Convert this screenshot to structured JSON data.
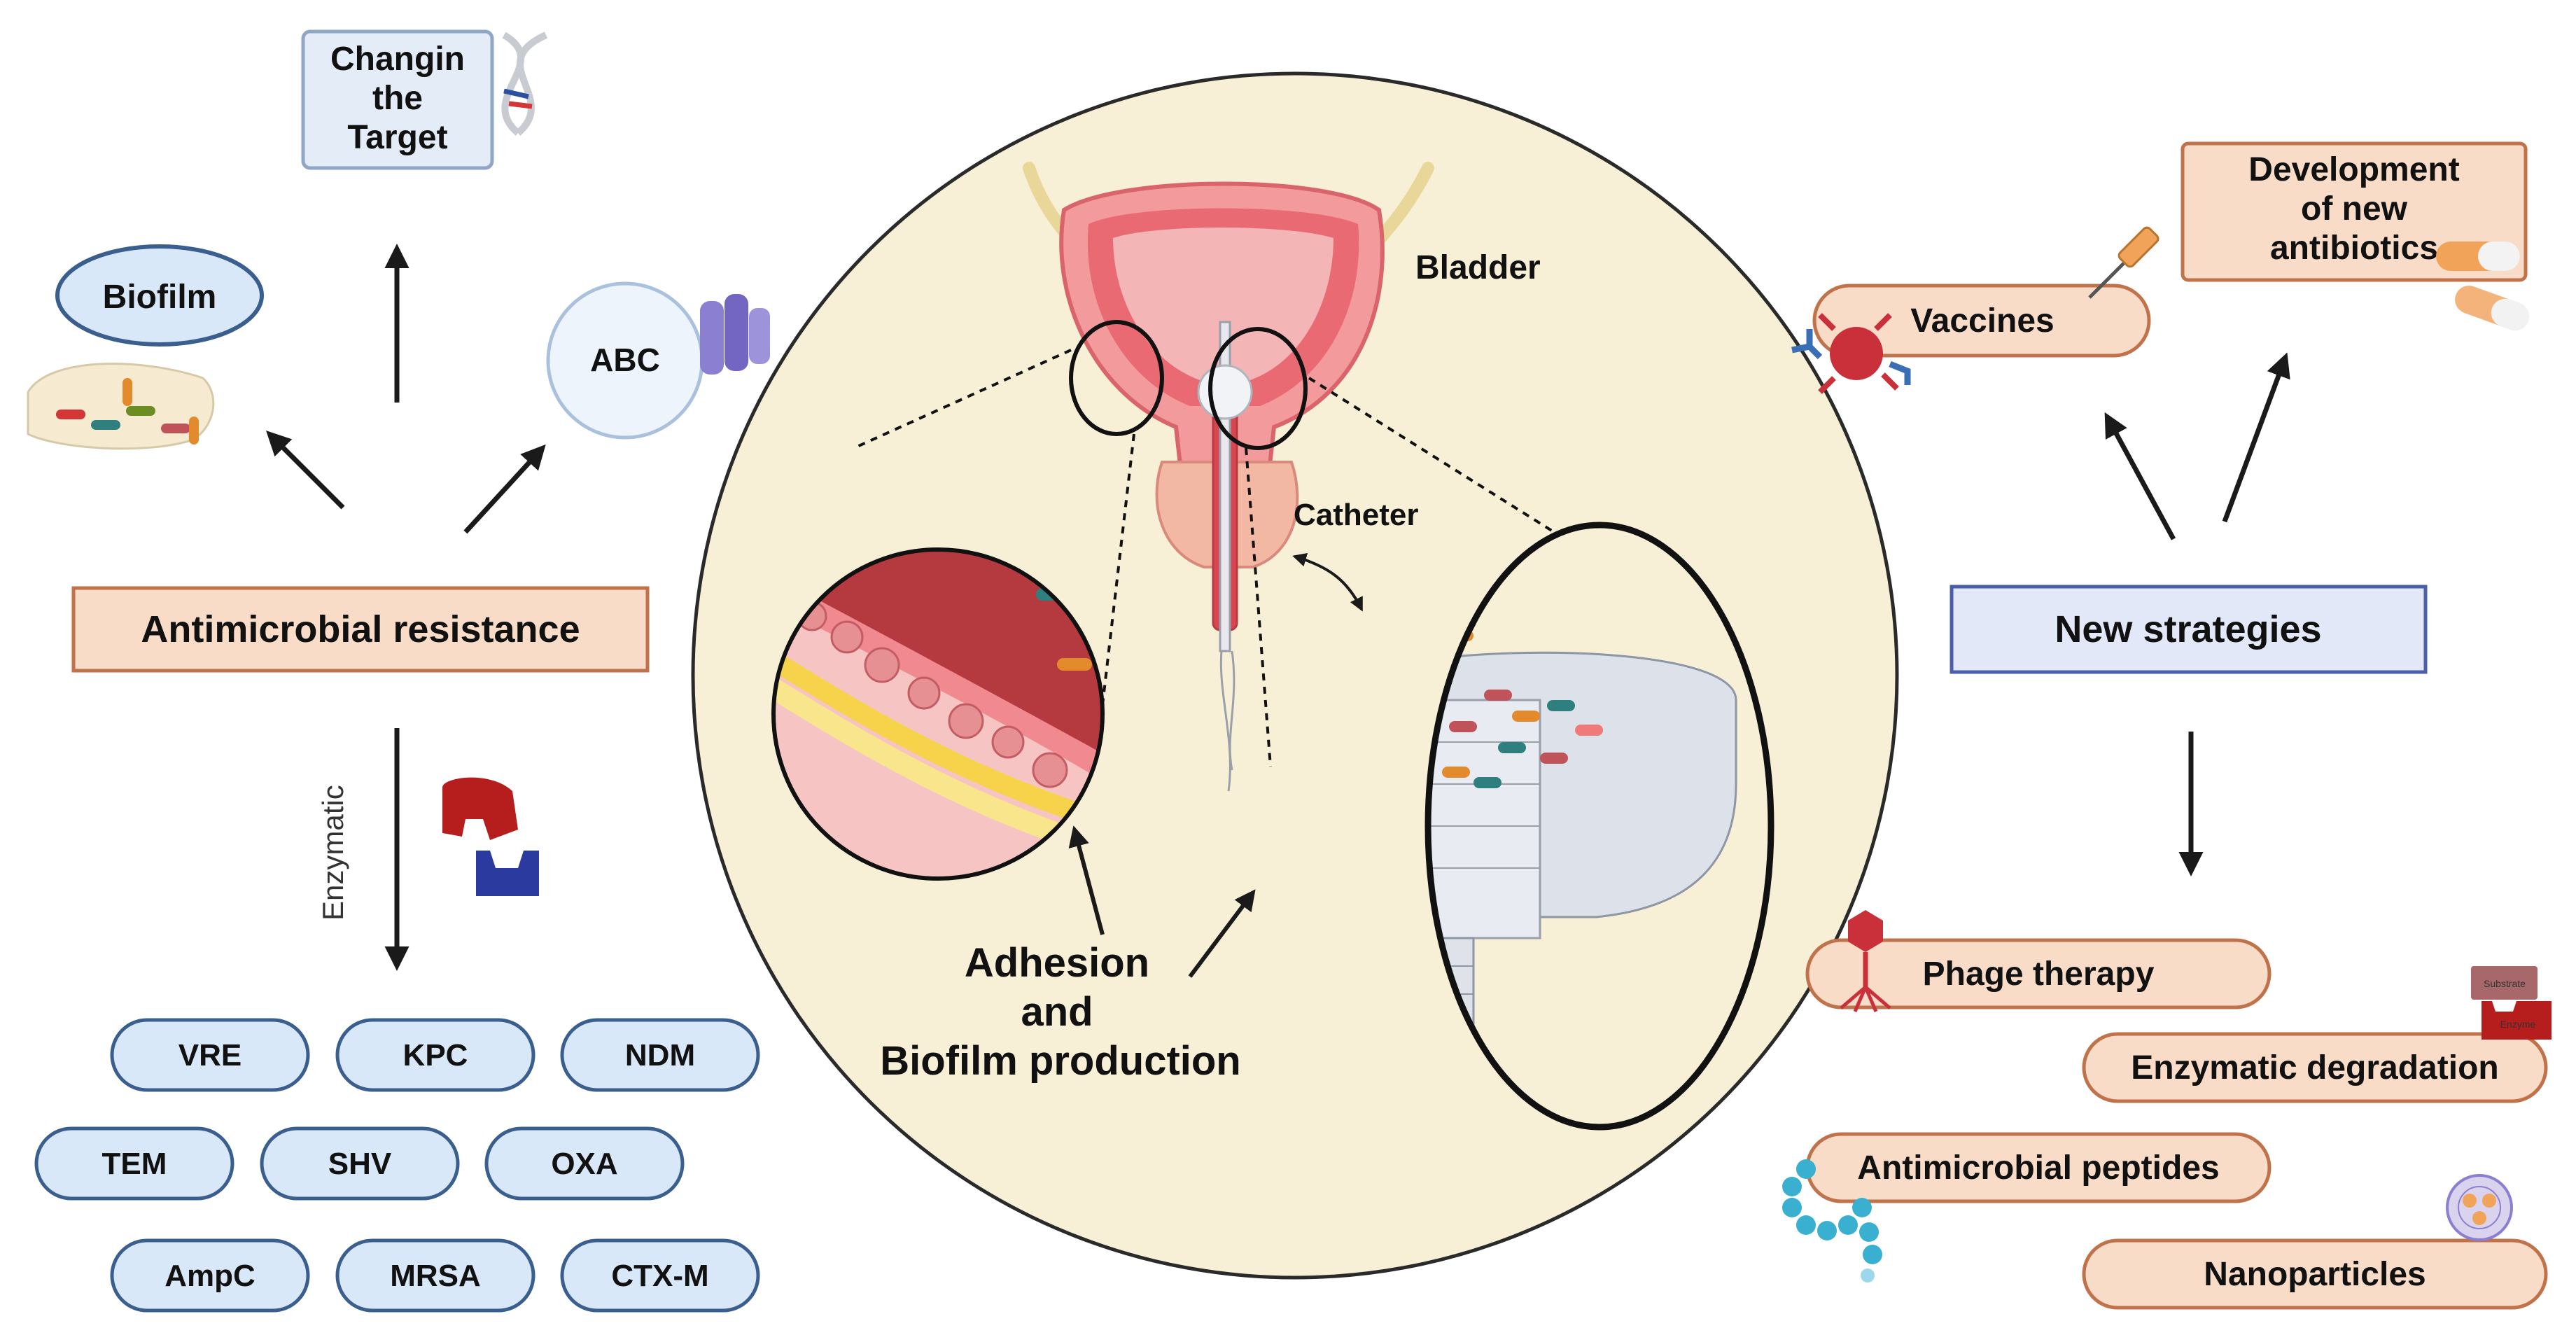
{
  "left": {
    "changing_target": [
      "Changin",
      "the",
      "Target"
    ],
    "biofilm": "Biofilm",
    "abc": "ABC",
    "antimicrobial_resistance": "Antimicrobial resistance",
    "enzymatic": "Enzymatic",
    "enzymes": [
      "VRE",
      "KPC",
      "NDM",
      "TEM",
      "SHV",
      "OXA",
      "AmpC",
      "MRSA",
      "CTX-M"
    ]
  },
  "center": {
    "bladder": "Bladder",
    "catheter": "Catheter",
    "adhesion": [
      "Adhesion",
      "and",
      "Biofilm production"
    ]
  },
  "right": {
    "new_strategies": "New strategies",
    "development": [
      "Development",
      "of new",
      "antibiotics"
    ],
    "vaccines": "Vaccines",
    "strategies": [
      "Phage therapy",
      "Enzymatic degradation",
      "Antimicrobial peptides",
      "Nanoparticles"
    ],
    "enzyme_icon_labels": [
      "Substrate",
      "Enzyme"
    ]
  },
  "colors": {
    "orange_fill": "#f8dcc8",
    "orange_stroke": "#c0724a",
    "blue_fill": "#d9e8f8",
    "blue_stroke": "#3a5f8f",
    "strategies_fill": "#e2e8f8",
    "strategies_stroke": "#4a5eaa",
    "circle_fill": "#f7f0d6",
    "circle_stroke": "#2a2a2a"
  }
}
